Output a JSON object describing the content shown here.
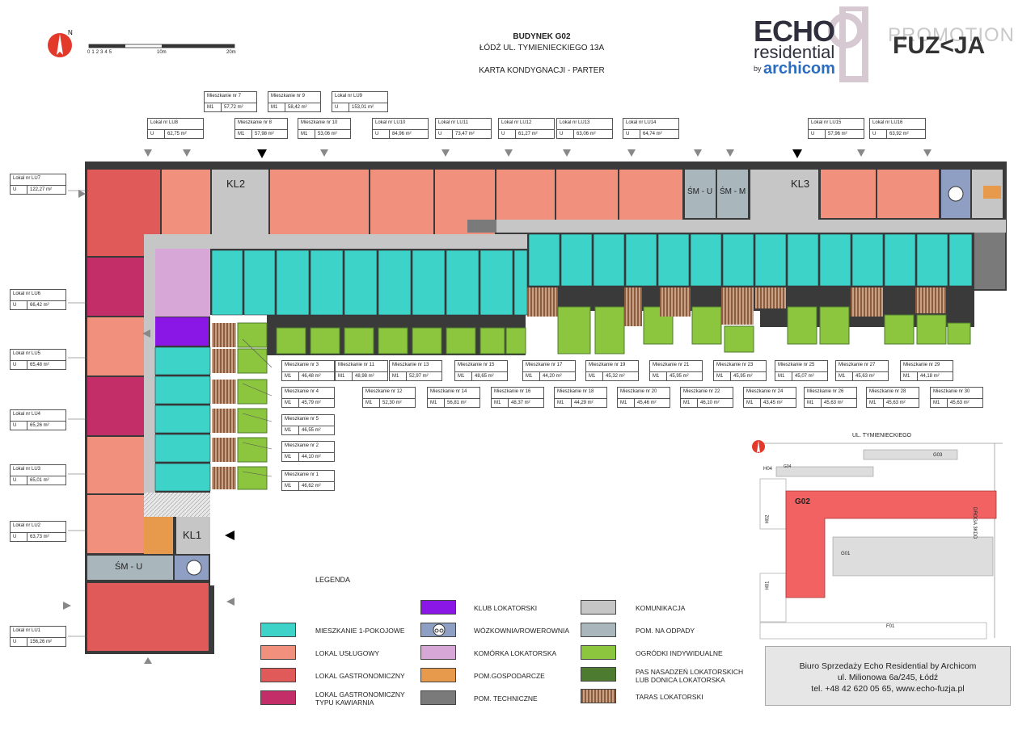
{
  "header": {
    "building": "BUDYNEK G02",
    "address": "ŁÓDŹ UL. TYMIENIECKIEGO 13A",
    "sheet": "KARTA KONDYGNACJI - PARTER",
    "scale_ticks": [
      "0",
      "1",
      "2",
      "3",
      "4",
      "5",
      "10m",
      "20m"
    ],
    "north": "N"
  },
  "brand": {
    "echo": "ECHO",
    "residential": "residential",
    "by": "by",
    "archicom": "archicom",
    "fuzja": "FUZ<JA",
    "promotion": "PROMOTION"
  },
  "rooms": {
    "kl1": "KL1",
    "kl2": "KL2",
    "kl3": "KL3",
    "smu1": "ŚM - U",
    "smm": "ŚM - M",
    "smu2": "ŚM - U"
  },
  "lokale": [
    {
      "name": "Lokal nr LU8",
      "type": "U",
      "area": "62,75 m²"
    },
    {
      "name": "Lokal nr LU9",
      "type": "U",
      "area": "153,01 m²"
    },
    {
      "name": "Lokal nr LU10",
      "type": "U",
      "area": "84,96 m²"
    },
    {
      "name": "Lokal nr LU11",
      "type": "U",
      "area": "73,47 m²"
    },
    {
      "name": "Lokal nr LU12",
      "type": "U",
      "area": "61,27 m²"
    },
    {
      "name": "Lokal nr LU13",
      "type": "U",
      "area": "63,06 m²"
    },
    {
      "name": "Lokal nr LU14",
      "type": "U",
      "area": "64,74 m²"
    },
    {
      "name": "Lokal nr LU15",
      "type": "U",
      "area": "57,96 m²"
    },
    {
      "name": "Lokal nr LU16",
      "type": "U",
      "area": "63,92 m²"
    },
    {
      "name": "Lokal nr LU7",
      "type": "U",
      "area": "122,27 m²"
    },
    {
      "name": "Lokal nr LU6",
      "type": "U",
      "area": "66,42 m²"
    },
    {
      "name": "Lokal nr LU5",
      "type": "U",
      "area": "65,48 m²"
    },
    {
      "name": "Lokal nr LU4",
      "type": "U",
      "area": "65,26 m²"
    },
    {
      "name": "Lokal nr LU3",
      "type": "U",
      "area": "65,01 m²"
    },
    {
      "name": "Lokal nr LU2",
      "type": "U",
      "area": "63,73 m²"
    },
    {
      "name": "Lokal nr LU1",
      "type": "U",
      "area": "156,26 m²"
    }
  ],
  "mieszkania": [
    {
      "name": "Mieszkanie nr 7",
      "type": "M1",
      "area": "57,72 m²"
    },
    {
      "name": "Mieszkanie nr 9",
      "type": "M1",
      "area": "58,42 m²"
    },
    {
      "name": "Mieszkanie nr 8",
      "type": "M1",
      "area": "57,98 m²"
    },
    {
      "name": "Mieszkanie nr 10",
      "type": "M1",
      "area": "53,06 m²"
    },
    {
      "name": "Mieszkanie nr 3",
      "type": "M1",
      "area": "46,48 m²"
    },
    {
      "name": "Mieszkanie nr 11",
      "type": "M1",
      "area": "48,98 m²"
    },
    {
      "name": "Mieszkanie nr 13",
      "type": "M1",
      "area": "52,97 m²"
    },
    {
      "name": "Mieszkanie nr 15",
      "type": "M1",
      "area": "48,65 m²"
    },
    {
      "name": "Mieszkanie nr 17",
      "type": "M1",
      "area": "44,20 m²"
    },
    {
      "name": "Mieszkanie nr 19",
      "type": "M1",
      "area": "45,32 m²"
    },
    {
      "name": "Mieszkanie nr 21",
      "type": "M1",
      "area": "45,95 m²"
    },
    {
      "name": "Mieszkanie nr 23",
      "type": "M1",
      "area": "45,95 m²"
    },
    {
      "name": "Mieszkanie nr 25",
      "type": "M1",
      "area": "45,07 m²"
    },
    {
      "name": "Mieszkanie nr 27",
      "type": "M1",
      "area": "45,63 m²"
    },
    {
      "name": "Mieszkanie nr 29",
      "type": "M1",
      "area": "44,18 m²"
    },
    {
      "name": "Mieszkanie nr 4",
      "type": "M1",
      "area": "45,79 m²"
    },
    {
      "name": "Mieszkanie nr 12",
      "type": "M1",
      "area": "52,30 m²"
    },
    {
      "name": "Mieszkanie nr 14",
      "type": "M1",
      "area": "56,81 m²"
    },
    {
      "name": "Mieszkanie nr 16",
      "type": "M1",
      "area": "48,37 m²"
    },
    {
      "name": "Mieszkanie nr 18",
      "type": "M1",
      "area": "44,29 m²"
    },
    {
      "name": "Mieszkanie nr 20",
      "type": "M1",
      "area": "45,46 m²"
    },
    {
      "name": "Mieszkanie nr 22",
      "type": "M1",
      "area": "46,10 m²"
    },
    {
      "name": "Mieszkanie nr 24",
      "type": "M1",
      "area": "43,45 m²"
    },
    {
      "name": "Mieszkanie nr 26",
      "type": "M1",
      "area": "45,63 m²"
    },
    {
      "name": "Mieszkanie nr 28",
      "type": "M1",
      "area": "45,63 m²"
    },
    {
      "name": "Mieszkanie nr 30",
      "type": "M1",
      "area": "45,63 m²"
    },
    {
      "name": "Mieszkanie nr 5",
      "type": "M1",
      "area": "46,55 m²"
    },
    {
      "name": "Mieszkanie nr 2",
      "type": "M1",
      "area": "44,10 m²"
    },
    {
      "name": "Mieszkanie nr 1",
      "type": "M1",
      "area": "46,62 m²"
    }
  ],
  "legend": {
    "title": "LEGENDA",
    "items": [
      {
        "label": "MIESZKANIE 1-POKOJOWE",
        "color": "#3ed3c9"
      },
      {
        "label": "LOKAL USŁUGOWY",
        "color": "#f1907c"
      },
      {
        "label": "LOKAL GASTRONOMICZNY",
        "color": "#e05a5a"
      },
      {
        "label": "LOKAL GASTRONOMICZNY TYPU KAWIARNIA",
        "color": "#c42e68"
      },
      {
        "label": "KLUB LOKATORSKI",
        "color": "#8a17e6"
      },
      {
        "label": "WÓZKOWNIA/ROWEROWNIA",
        "color": "#8f9fc4"
      },
      {
        "label": "KOMÓRKA LOKATORSKA",
        "color": "#d7a7d8"
      },
      {
        "label": "POM.GOSPODARCZE",
        "color": "#e79a4c"
      },
      {
        "label": "POM. TECHNICZNE",
        "color": "#7a7a7a"
      },
      {
        "label": "KOMUNIKACJA",
        "color": "#c6c6c6"
      },
      {
        "label": "POM. NA ODPADY",
        "color": "#a9b6bb"
      },
      {
        "label": "OGRÓDKI INDYWIDUALNE",
        "color": "#8cc63f"
      },
      {
        "label": "PAS NASADZEŃ LOKATORSKICH LUB DONICA LOKATORSKA",
        "color": "#4d7b2f"
      },
      {
        "label": "TARAS LOKATORSKI",
        "color": "#9b6a4a"
      }
    ]
  },
  "siteplan": {
    "street": "UL. TYMIENIECKIEGO",
    "road": "DROGA 3KDD",
    "g02": "G02",
    "g01": "G01",
    "g03": "G03",
    "g04": "G04",
    "h01": "H01",
    "h02": "H02",
    "h04": "H04",
    "f01": "F01"
  },
  "contact": {
    "line1": "Biuro Sprzedaży Echo Residential by Archicom",
    "line2": "ul. Milionowa 6a/245, Łódź",
    "line3": "tel. +48 42 620 05 65, www.echo-fuzja.pl"
  }
}
